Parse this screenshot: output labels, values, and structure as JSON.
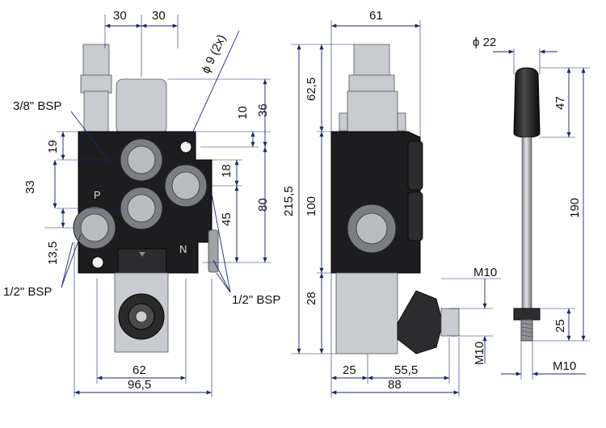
{
  "dimensions": {
    "front": {
      "top_left": "30",
      "top_right": "30",
      "hole_dia": "ϕ 9 (2x)",
      "bsp_top": "3/8\" BSP",
      "v_19": "19",
      "v_33": "33",
      "v_13_5": "13,5",
      "v_10": "10",
      "v_36": "36",
      "v_18": "18",
      "v_80": "80",
      "v_45": "45",
      "bsp_left": "1/2\" BSP",
      "bsp_right": "1/2\" BSP",
      "w_62": "62",
      "w_96_5": "96,5"
    },
    "side": {
      "w_61": "61",
      "h_62_5": "62,5",
      "h_215_5": "215,5",
      "h_100": "100",
      "h_28": "28",
      "w_25": "25",
      "w_55_5": "55,5",
      "w_88": "88",
      "thread_top": "M10",
      "thread_side": "M10"
    },
    "lever": {
      "dia": "ϕ 22",
      "h_47": "47",
      "h_190": "190",
      "h_25": "25",
      "thread": "M10"
    }
  },
  "markings": {
    "port_p": "P",
    "port_n": "N"
  },
  "colors": {
    "dimension_line": "#1a2a66",
    "body": "#1d1d1f",
    "steel": "#c8ccd0"
  }
}
